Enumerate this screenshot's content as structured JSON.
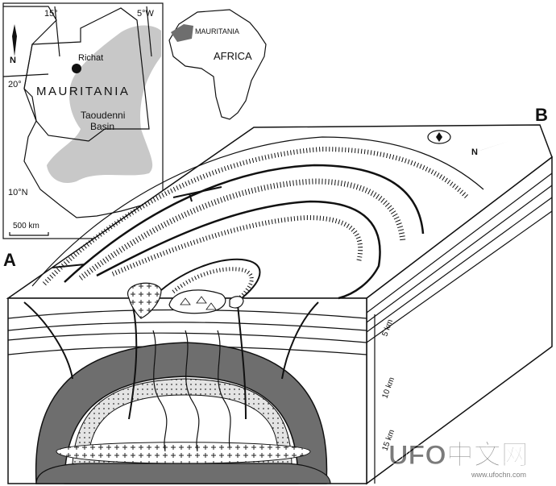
{
  "map": {
    "lon_labels": [
      "15°",
      "5°W"
    ],
    "lat_labels": [
      "20°",
      "10°N"
    ],
    "north_arrow": "N",
    "country_label": "MAURITANIA",
    "site_label": "Richat",
    "basin_label_line1": "Taoudenni",
    "basin_label_line2": "Basin",
    "scale_label": "500 km"
  },
  "inset": {
    "country_label": "MAURITANIA",
    "continent_label": "AFRICA"
  },
  "block": {
    "corner_a": "A",
    "corner_b": "B",
    "depth_labels": [
      "5 km",
      "10 km",
      "15 km"
    ],
    "north_symbol": "N"
  },
  "watermark": {
    "brand": "UFO中文网",
    "url": "www.ufochn.com"
  },
  "colors": {
    "ink": "#111111",
    "basin_gray": "#c8c8c8",
    "dark_gray": "#6e6e6e",
    "dotted_fill": "#d9d9d9"
  }
}
